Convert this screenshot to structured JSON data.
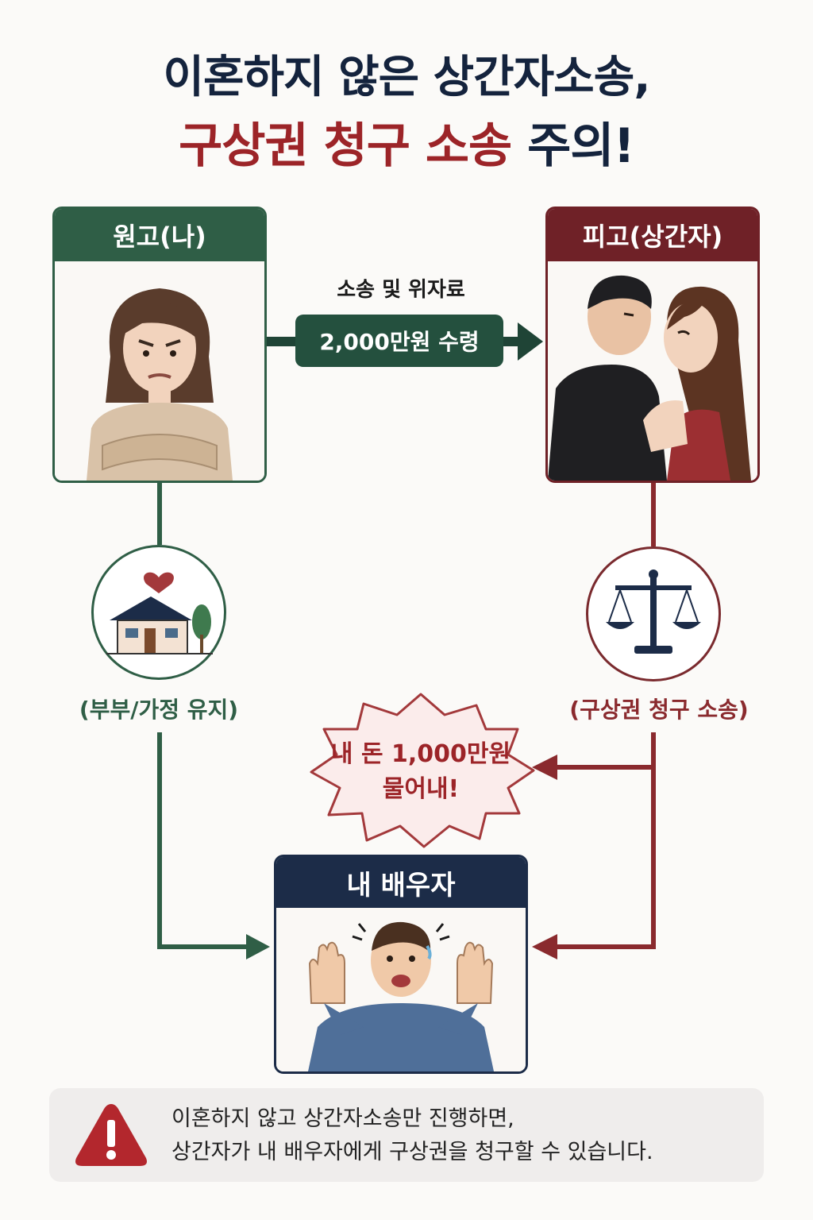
{
  "title": {
    "line1": "이혼하지 않은 상간자소송,",
    "line2_red": "구상권 청구 소송",
    "line2_rest": " 주의!"
  },
  "plaintiff": {
    "label": "원고(나)"
  },
  "defendant": {
    "label": "피고(상간자)"
  },
  "flow_top": {
    "label": "소송 및 위자료",
    "amount": "2,000만원 수령"
  },
  "left_node": {
    "caption": "(부부/가정 유지)",
    "icon": "house-heart-icon"
  },
  "right_node": {
    "caption": "(구상권 청구 소송)",
    "icon": "scale-of-justice-icon"
  },
  "burst": {
    "line1": "내 돈 1,000만원",
    "line2": "물어내!"
  },
  "spouse": {
    "label": "내 배우자"
  },
  "warning": {
    "icon": "warning-triangle-icon",
    "line1": "이혼하지 않고 상간자소송만 진행하면,",
    "line2": "상간자가 내 배우자에게 구상권을 청구할 수 있습니다."
  },
  "colors": {
    "navy": "#14233d",
    "red": "#9c2428",
    "green": "#2f5e46",
    "maroon": "#6f2127",
    "spouse_navy": "#1c2c48"
  }
}
